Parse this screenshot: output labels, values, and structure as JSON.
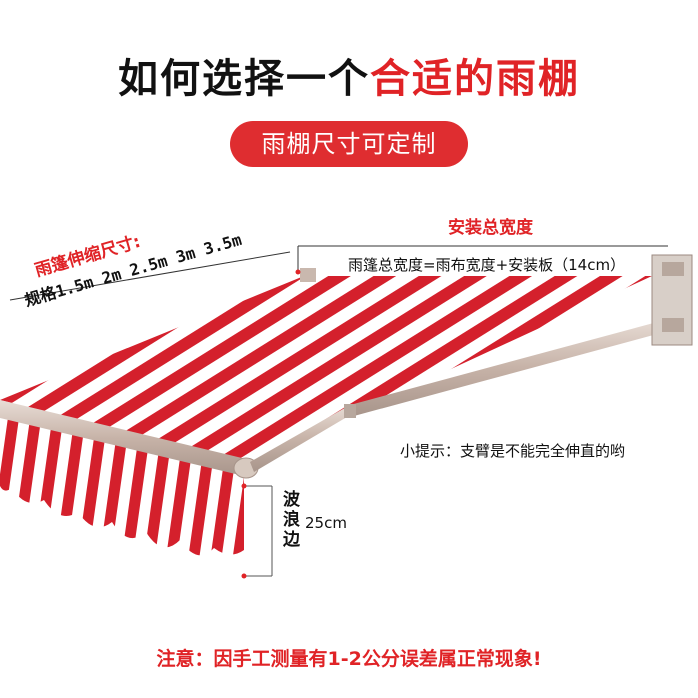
{
  "title": {
    "part1": "如何选择一个",
    "part2": "合适的雨棚"
  },
  "pill": "雨棚尺寸可定制",
  "install": {
    "title": "安装总宽度",
    "formula": "雨篷总宽度=雨布宽度+安装板（14cm）"
  },
  "extension": {
    "title": "雨篷伸缩尺寸:",
    "spec": "规格1.5m 2m 2.5m 3m 3.5m"
  },
  "tip": "小提示：支臂是不能完全伸直的哟",
  "valance": {
    "c1": "波",
    "c2": "浪",
    "c3": "边",
    "size": "25cm"
  },
  "note": "注意：因手工测量有1-2公分误差属正常现象!",
  "colors": {
    "accent": "#e02326",
    "stripe_red": "#d4202c",
    "stripe_white": "#ffffff",
    "frame": "#c9b8ae"
  }
}
